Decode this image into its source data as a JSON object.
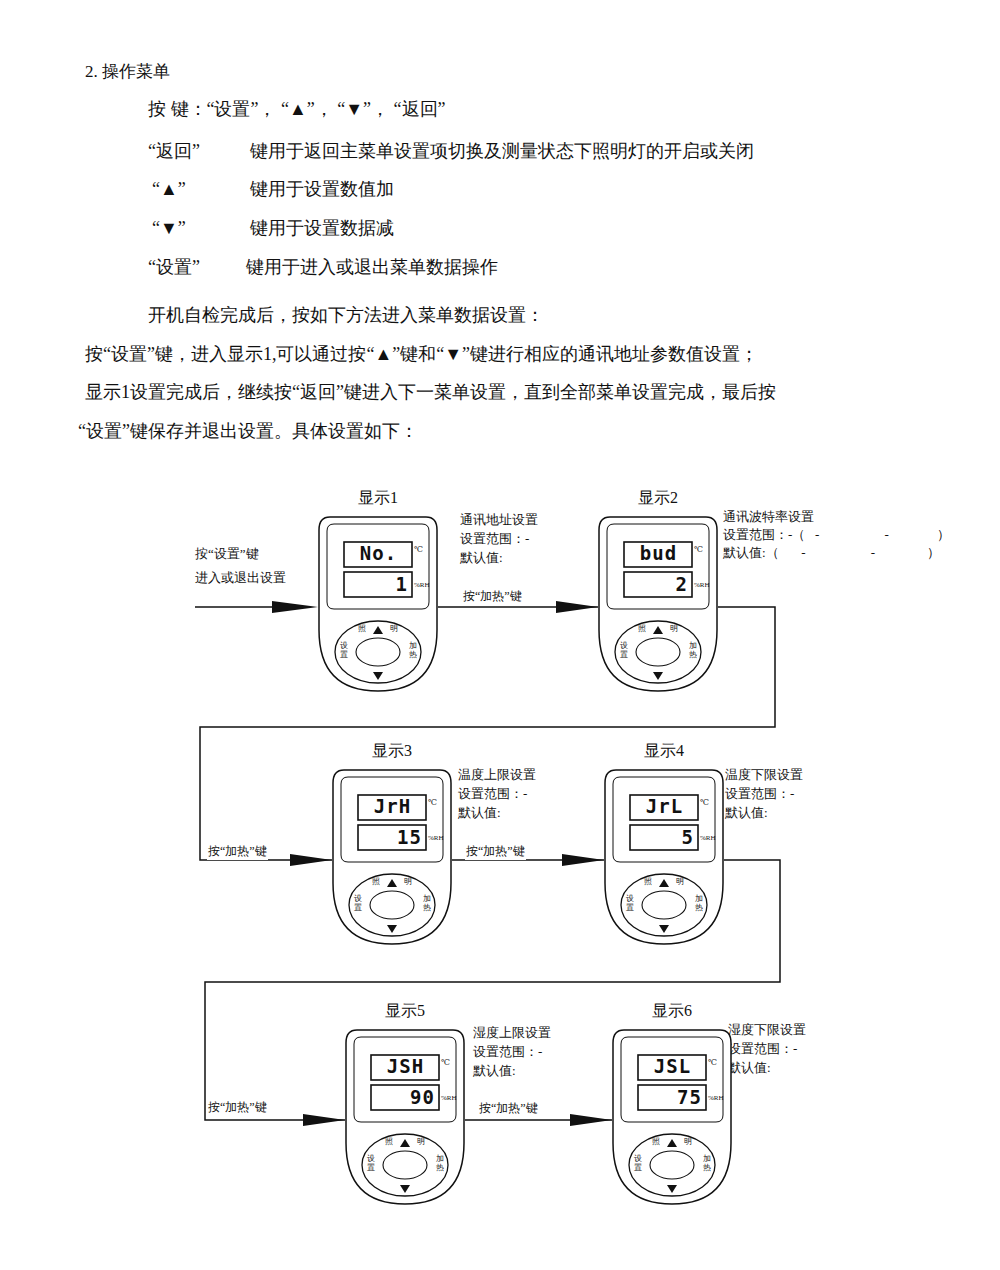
{
  "diagram": {
    "title": "2. 操作菜单",
    "nodes": [
      {
        "text": [
          "显示1",
          "No.",
          "℃",
          "1",
          "%RH",
          "照",
          "明",
          "设置",
          "加热"
        ]
      },
      {
        "text": [
          "显示2",
          "bud",
          "℃",
          "2",
          "%RH",
          "照",
          "明",
          "设置",
          "加热"
        ]
      },
      {
        "text": [
          "显示3",
          "JrH",
          "℃",
          "15",
          "%RH",
          "照",
          "明",
          "设置",
          "加热"
        ]
      },
      {
        "text": [
          "显示4",
          "JrL",
          "℃",
          "5",
          "%RH",
          "照",
          "明",
          "设置",
          "加热"
        ]
      },
      {
        "text": [
          "显示5",
          "JSH",
          "℃",
          "90",
          "%RH",
          "照",
          "明",
          "设置",
          "加热"
        ]
      },
      {
        "text": [
          "显示6",
          "JSL",
          "℃",
          "75",
          "%RH",
          "照",
          "明",
          "设置",
          "加热"
        ]
      }
    ],
    "edges": [
      {
        "from": 0,
        "to": 1,
        "arrow": "to",
        "label": "按“加热”键"
      },
      {
        "from": 1,
        "to": 2,
        "arrow": "to",
        "label": "按“加热”键"
      },
      {
        "from": 2,
        "to": 3,
        "arrow": "to",
        "label": "按“加热”键"
      },
      {
        "from": 3,
        "to": 4,
        "arrow": "to",
        "label": "按“加热”键"
      },
      {
        "from": 4,
        "to": 5,
        "arrow": "to",
        "label": "按“加热”键"
      }
    ],
    "labels": [
      "按 键：“设置”， “▲”， “▼”， “返回”",
      "“返回”",
      "键用于返回主菜单设置项切换及测量状态下照明灯的开启或关闭",
      "“▲”",
      "键用于设置数值加",
      "“▼”",
      "键用于设置数据减",
      "“设置”",
      "键用于进入或退出菜单数据操作",
      "开机自检完成后，按如下方法进入菜单数据设置：",
      "按“设置”键，进入显示1,可以通过按“▲”键和“▼”键进行相应的通讯地址参数值设置；",
      "显示1设置完成后，继续按“返回”键进入下一菜单设置，直到全部菜单设置完成，最后按",
      "“设置”键保存并退出设置。具体设置如下：",
      "按“设置”键",
      "进入或退出设置",
      "通讯地址设置",
      "设置范围：-",
      "默认值:",
      "通讯波特率设置",
      "设置范围：-（   -                    -               ）",
      "默认值:（       -                    -                ）",
      "温度上限设置",
      "设置范围：-",
      "默认值:",
      "温度下限设置",
      "设置范围：-",
      "默认值:",
      "湿度上限设置",
      "设置范围：-",
      "默认值:",
      "湿度下限设置",
      "设置范围：-",
      "默认值:"
    ]
  }
}
